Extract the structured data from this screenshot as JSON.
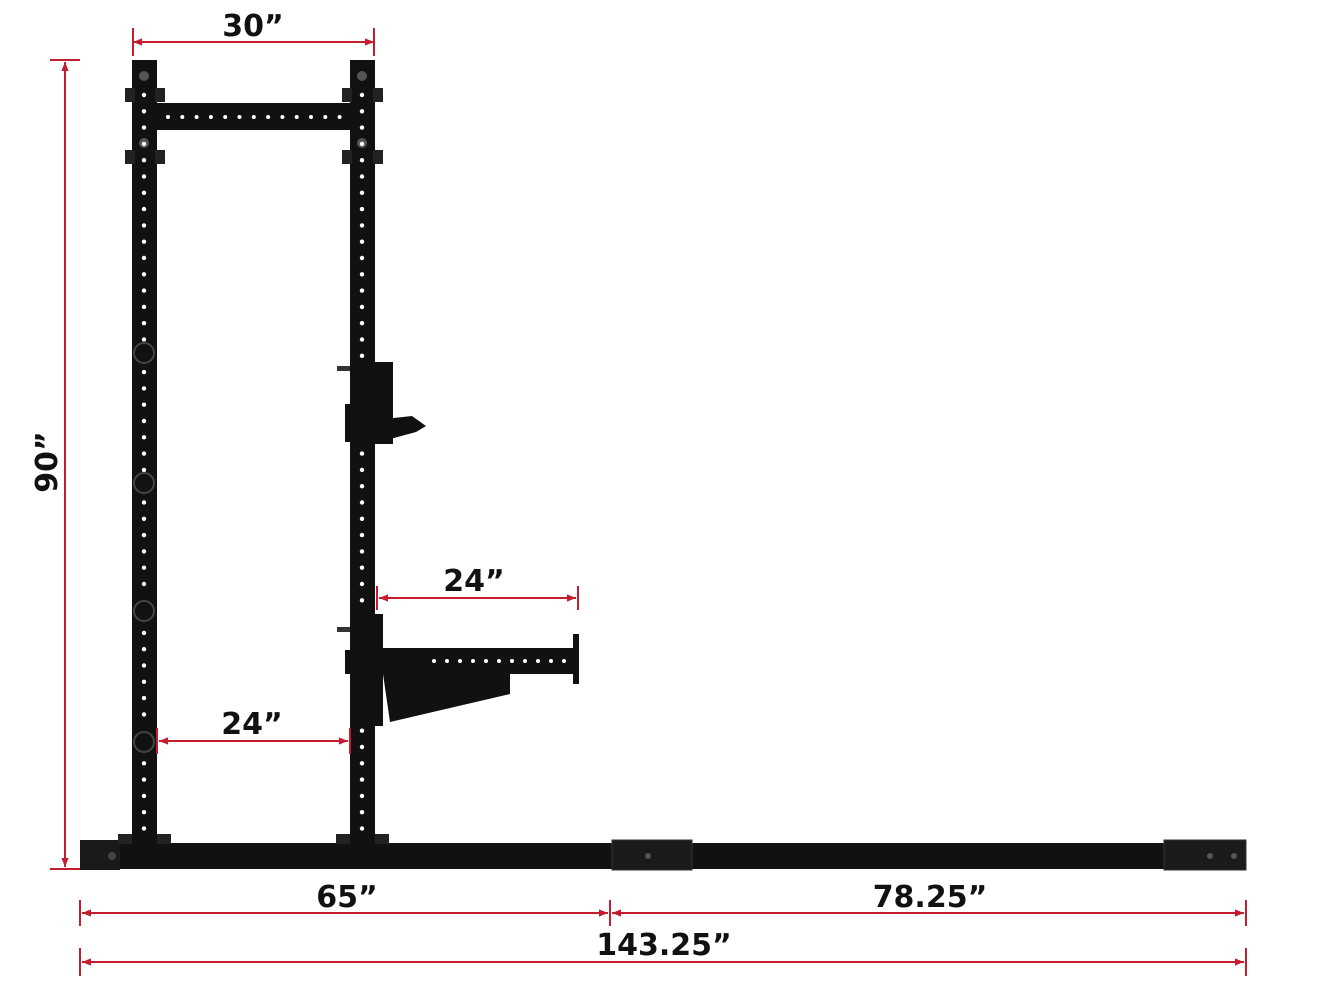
{
  "dimensions": {
    "top_width": "30”",
    "height": "90”",
    "arm_length": "24”",
    "inner_span": "24”",
    "base_front": "65”",
    "base_extension": "78.25”",
    "overall_length": "143.25”"
  },
  "colors": {
    "dimension_line": "#c41e2e",
    "steel": "#111111",
    "hole": "#ffffff"
  }
}
